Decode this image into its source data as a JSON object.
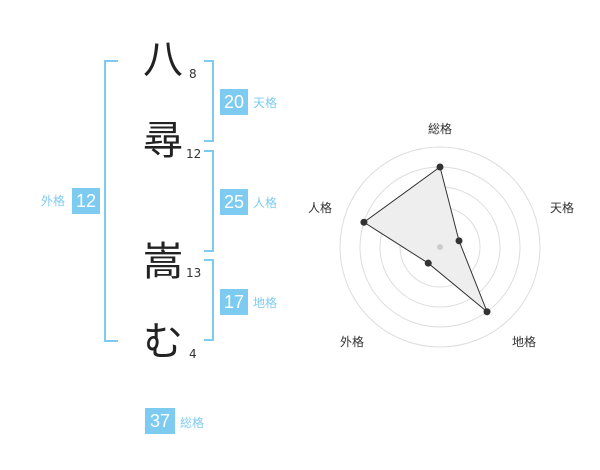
{
  "name": {
    "chars": [
      {
        "char": "八",
        "strokes": "8"
      },
      {
        "char": "尋",
        "strokes": "12"
      },
      {
        "char": "嵩",
        "strokes": "13"
      },
      {
        "char": "む",
        "strokes": "4"
      }
    ]
  },
  "kaku": {
    "ten": {
      "value": "20",
      "label": "天格"
    },
    "jin": {
      "value": "25",
      "label": "人格"
    },
    "chi": {
      "value": "17",
      "label": "地格"
    },
    "gai": {
      "value": "12",
      "label": "外格"
    },
    "sou": {
      "value": "37",
      "label": "総格"
    }
  },
  "colors": {
    "accent": "#7ecbf2",
    "radar_fill": "#eeeeee"
  },
  "chart_data": {
    "type": "radar",
    "axes": [
      "総格",
      "天格",
      "地格",
      "外格",
      "人格"
    ],
    "values": [
      4,
      1,
      4,
      1,
      4
    ],
    "max": 5,
    "rings": 5
  }
}
